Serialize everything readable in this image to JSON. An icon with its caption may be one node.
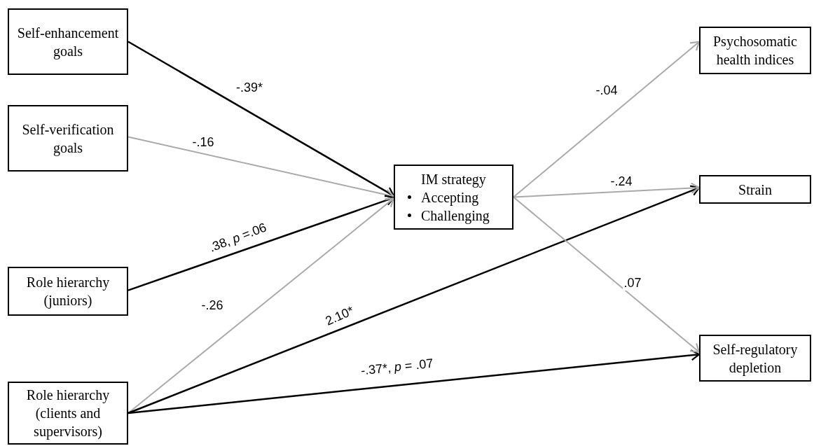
{
  "diagram": {
    "nodes": [
      {
        "text": [
          "Self-enhancement goals"
        ]
      },
      {
        "text": [
          "Self-verification goals"
        ]
      },
      {
        "text": [
          "Role hierarchy (juniors)"
        ]
      },
      {
        "text": [
          "Role hierarchy (clients and supervisors)"
        ]
      },
      {
        "text": [
          "IM strategy",
          "Accepting",
          "Challenging"
        ]
      },
      {
        "text": [
          "Psychosomatic health indices"
        ]
      },
      {
        "text": [
          "Strain"
        ]
      },
      {
        "text": [
          "Self-regulatory depletion"
        ]
      }
    ],
    "edges": [
      {
        "from": 0,
        "to": 4,
        "arrow": "to",
        "label": "-.39*",
        "color": "#000000"
      },
      {
        "from": 1,
        "to": 4,
        "arrow": "to",
        "label": "-.16"
      },
      {
        "from": 2,
        "to": 4,
        "arrow": "to",
        "label": ".38, *p* =.06",
        "color": "#000000"
      },
      {
        "from": 3,
        "to": 4,
        "arrow": "to",
        "label": "-.26"
      },
      {
        "from": 3,
        "to": 6,
        "arrow": "to",
        "label": "2.10*",
        "color": "#000000"
      },
      {
        "from": 3,
        "to": 7,
        "arrow": "to",
        "label": "-.37*, *p* = .07",
        "color": "#000000"
      },
      {
        "from": 4,
        "to": 5,
        "arrow": "to",
        "label": "-.04"
      },
      {
        "from": 4,
        "to": 6,
        "arrow": "to",
        "label": "-.24"
      },
      {
        "from": 4,
        "to": 7,
        "arrow": "to",
        "label": ".07"
      }
    ]
  }
}
